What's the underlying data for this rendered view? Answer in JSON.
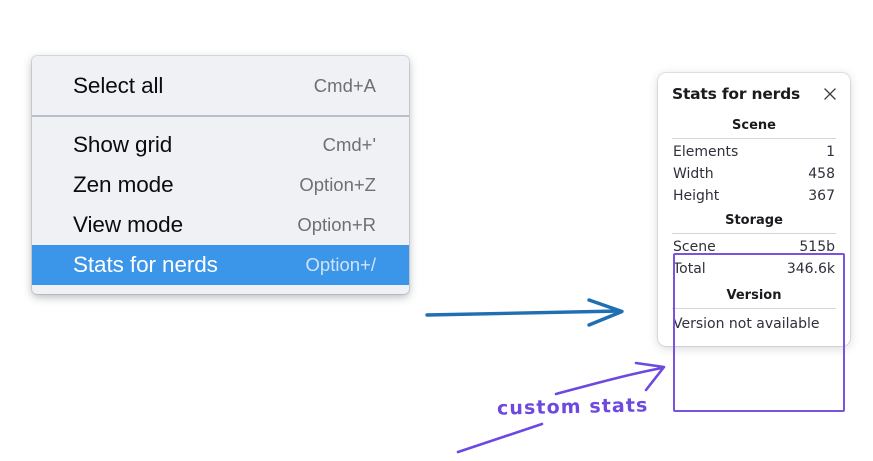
{
  "context_menu": {
    "name": "context-menu",
    "groups": [
      {
        "items": [
          {
            "label": "Select all",
            "shortcut": "Cmd+A",
            "selected": false
          }
        ]
      },
      {
        "items": [
          {
            "label": "Show grid",
            "shortcut": "Cmd+'",
            "selected": false
          },
          {
            "label": "Zen mode",
            "shortcut": "Option+Z",
            "selected": false
          },
          {
            "label": "View mode",
            "shortcut": "Option+R",
            "selected": false
          },
          {
            "label": "Stats for nerds",
            "shortcut": "Option+/",
            "selected": true
          }
        ]
      }
    ],
    "highlight_color": "#3b95e8",
    "background_color": "#eff1f4"
  },
  "stats_panel": {
    "title": "Stats for nerds",
    "close_icon": "close-icon",
    "sections": [
      {
        "title": "Scene",
        "rows": [
          {
            "key": "Elements",
            "value": "1"
          },
          {
            "key": "Width",
            "value": "458"
          },
          {
            "key": "Height",
            "value": "367"
          }
        ]
      },
      {
        "title": "Storage",
        "rows": [
          {
            "key": "Scene",
            "value": "515b"
          },
          {
            "key": "Total",
            "value": "346.6k"
          }
        ]
      },
      {
        "title": "Version",
        "full_rows": [
          "Version not available"
        ]
      }
    ]
  },
  "annotations": {
    "custom_stats_label": "custom stats",
    "blue_arrow_color": "#1f6fb2",
    "purple_color": "#6d49df",
    "highlight_box_color": "#7a52e0"
  }
}
